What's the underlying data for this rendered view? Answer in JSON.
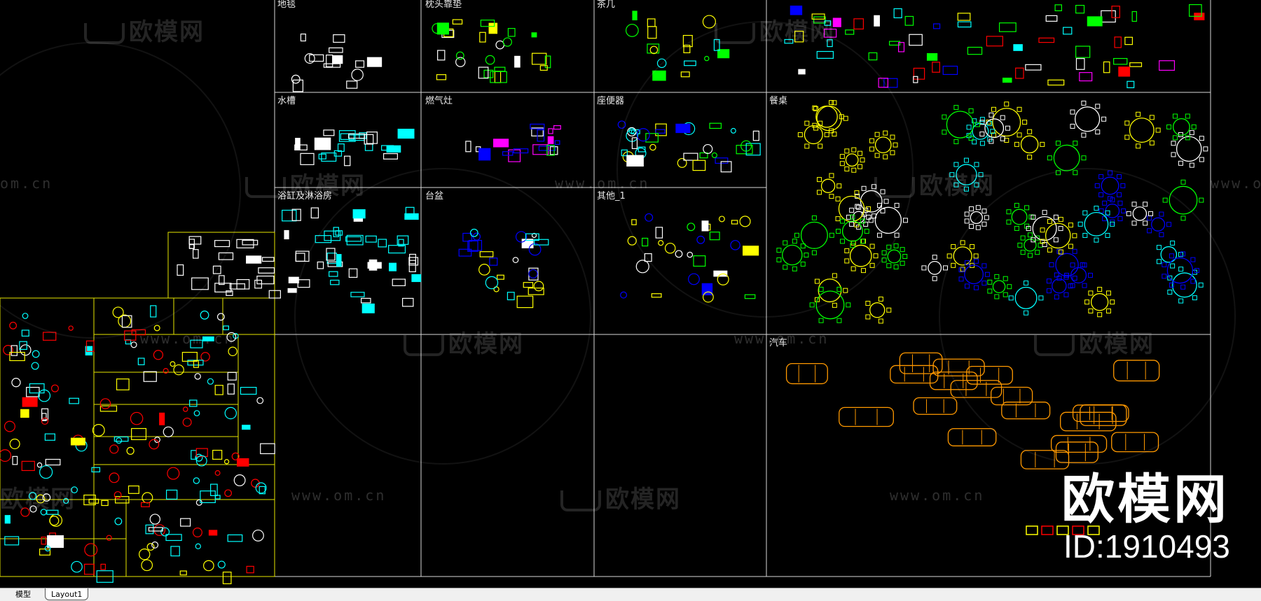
{
  "viewport": {
    "background": "#000000",
    "panel_line_color": "#d8d8d8",
    "left_panel_line_color": "#e6e600"
  },
  "panels": [
    {
      "id": "rugs",
      "label": "地毯"
    },
    {
      "id": "pillows",
      "label": "枕头靠垫"
    },
    {
      "id": "tea-tables",
      "label": "茶几"
    },
    {
      "id": "sinks",
      "label": "水槽"
    },
    {
      "id": "stoves",
      "label": "燃气灶"
    },
    {
      "id": "toilets",
      "label": "座便器"
    },
    {
      "id": "bathtubs",
      "label": "浴缸及淋浴房"
    },
    {
      "id": "basins",
      "label": "台盆"
    },
    {
      "id": "others",
      "label": "其他_1"
    },
    {
      "id": "dining-tables",
      "label": "餐桌"
    },
    {
      "id": "cars",
      "label": "汽车"
    }
  ],
  "watermark": {
    "brand_text": "欧模网",
    "url_text": "www.om.cn",
    "url_text_cut": "om.cn"
  },
  "brand_overlay": {
    "title": "欧模网",
    "id_text": "ID:1910493"
  },
  "layout_tabs": [
    {
      "label": "模型",
      "active": false
    },
    {
      "label": "Layout1",
      "active": true
    }
  ],
  "colors": {
    "yellow": "#ffff00",
    "cyan": "#00ffff",
    "white": "#ffffff",
    "green": "#00ff00",
    "magenta": "#ff00ff",
    "red": "#ff0000",
    "blue": "#0000ff",
    "orange": "#ff9900"
  }
}
